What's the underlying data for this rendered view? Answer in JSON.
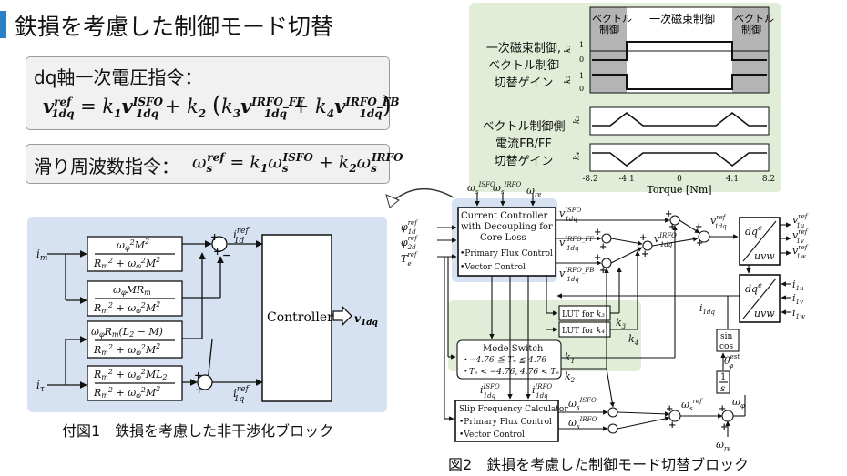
{
  "title": "鉄損を考慮した制御モード切替",
  "eq1": {
    "label": "dq軸一次電圧指令：",
    "formula": "v1dq_ref = k1·v1dq_ISFO + k2(k3·v1dq_IRFO_FF + k4·v1dq_IRFO_FB)"
  },
  "eq2": {
    "label": "滑り周波数指令：",
    "formula": "ωs_ref = k1·ωs_ISFO + k2·ωs_IRFO"
  },
  "fig1": {
    "caption": "付図1　鉄損を考慮した非干渉化ブロック",
    "inputs": [
      "im",
      "iτ"
    ],
    "blocks": [
      "ωφ²M² / (Rm² + ωφ²M²)",
      "ωφMRm / (Rm² + ωφ²M²)",
      "ωφRm(L2 − M) / (Rm² + ωφ²M²)",
      "(Rm² + ωφ²ML2) / (Rm² + ωφ²M²)"
    ],
    "outputs": [
      "i1d ref",
      "i1q ref"
    ],
    "controller": "Controller",
    "controller_out": "v1dq"
  },
  "gain_chart": {
    "region_labels": [
      "ベクトル制御",
      "一次磁束制御",
      "ベクトル制御"
    ],
    "group1_label": "一次磁束制御, ベクトル制御 切替ゲイン",
    "group2_label": "ベクトル制御側 電流FB/FF 切替ゲイン",
    "traces": [
      "k1",
      "k2",
      "k3",
      "k4"
    ],
    "tick_labels": [
      "-8.2",
      "-4.1",
      "0",
      "4.1",
      "8.2"
    ],
    "xlabel": "Torque [Nm]",
    "ylevel_labels": [
      "0",
      "1"
    ]
  },
  "fig2": {
    "caption": "図2　鉄損を考慮した制御モード切替ブロック",
    "current_controller": [
      "Current Controller",
      "with Decoupling for",
      "Core Loss",
      "•Primary Flux Control",
      "•Vector Control"
    ],
    "mode_switch": [
      "Mode Switch",
      "・−4.76 ≦ Tₑ ≦ 4.76",
      "・Tₑ < −4.76, 4.76 < Tₑ"
    ],
    "slip_calc": [
      "Slip Frequency Calculator",
      "•Primary Flux Control",
      "•Vector Control"
    ],
    "lut": [
      "LUT for k3",
      "LUT for k4"
    ],
    "transform_top": [
      "dqᵉ",
      "uvw"
    ],
    "transform_bot": [
      "dqᵉ",
      "uvw"
    ],
    "sincos": [
      "sin",
      "cos"
    ],
    "integrator": [
      "1",
      "s"
    ]
  }
}
